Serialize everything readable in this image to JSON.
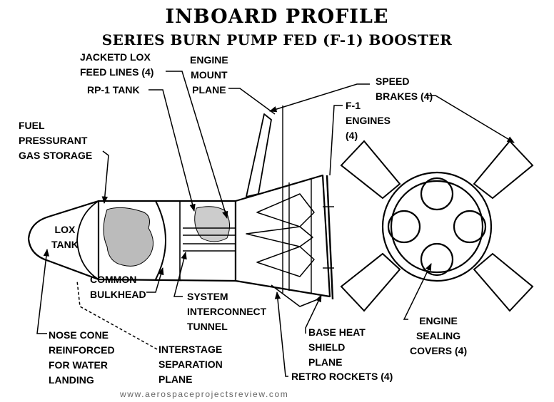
{
  "title": "INBOARD PROFILE",
  "subtitle": "SERIES BURN PUMP FED (F-1) BOOSTER",
  "labels": {
    "jacketed_lox": [
      "JACKETD LOX",
      "FEED LINES (4)"
    ],
    "engine_mount": [
      "ENGINE",
      "MOUNT",
      "PLANE"
    ],
    "speed_brakes": [
      "SPEED",
      "BRAKES (4)"
    ],
    "rp1_tank": "RP-1 TANK",
    "f1_engines": [
      "F-1",
      "ENGINES",
      "(4)"
    ],
    "fuel_pressurant": [
      "FUEL",
      "PRESSURANT",
      "GAS STORAGE"
    ],
    "lox_tank": [
      "LOX",
      "TANK"
    ],
    "common_bulkhead": [
      "COMMON",
      "BULKHEAD"
    ],
    "system_tunnel": [
      "SYSTEM",
      "INTERCONNECT",
      "TUNNEL"
    ],
    "nose_cone": [
      "NOSE CONE",
      "REINFORCED",
      "FOR WATER",
      "LANDING"
    ],
    "interstage": [
      "INTERSTAGE",
      "SEPARATION",
      "PLANE"
    ],
    "base_heat": [
      "BASE HEAT",
      "SHIELD",
      "PLANE"
    ],
    "engine_sealing": [
      "ENGINE",
      "SEALING",
      "COVERS (4)"
    ],
    "retro_rockets": "RETRO ROCKETS (4)"
  },
  "watermark": "www.aerospaceprojectsreview.com"
}
